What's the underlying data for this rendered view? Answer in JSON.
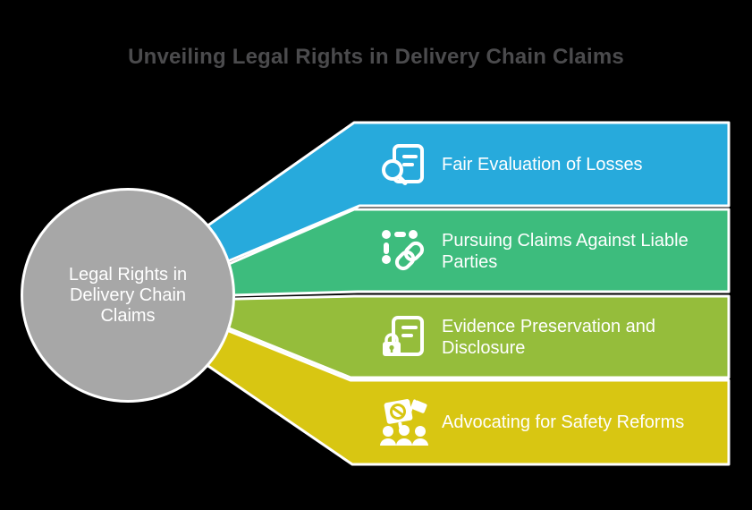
{
  "title": "Unveiling Legal Rights in Delivery Chain Claims",
  "center": {
    "label": "Legal Rights in\nDelivery Chain\nClaims"
  },
  "colors": {
    "background": "#000000",
    "circle_fill": "#A7A7A7",
    "border": "#FFFFFF",
    "title_text": "#4B4B4D",
    "banner_text": "#FFFFFF"
  },
  "items": [
    {
      "label": "Fair Evaluation of Losses",
      "color": "#27AADC",
      "icon": "document-search-icon"
    },
    {
      "label": "Pursuing Claims Against Liable Parties",
      "color": "#3DBC7D",
      "icon": "linked-nodes-chain-icon"
    },
    {
      "label": "Evidence Preservation and Disclosure",
      "color": "#95BD3B",
      "icon": "document-lock-icon"
    },
    {
      "label": "Advocating for Safety Reforms",
      "color": "#D8C612",
      "icon": "protest-group-icon"
    }
  ]
}
